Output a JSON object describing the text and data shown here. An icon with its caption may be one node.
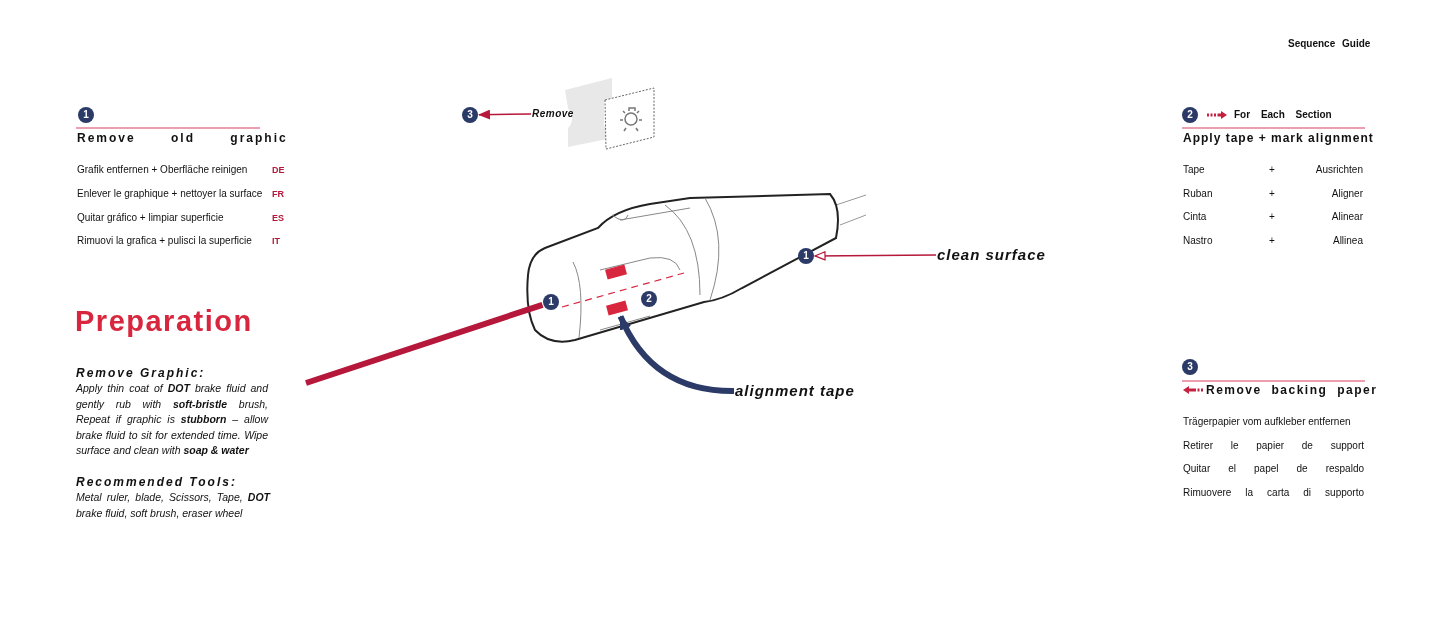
{
  "diagram": {
    "nodes": [
      {
        "text": [
          "1"
        ]
      },
      {
        "text": [
          "3"
        ]
      },
      {
        "text": [
          "Remove"
        ]
      },
      {
        "text": [
          "1"
        ]
      },
      {
        "text": [
          "clean surface"
        ]
      },
      {
        "text": [
          "1"
        ]
      },
      {
        "text": [
          "2"
        ]
      },
      {
        "text": [
          "alignment tape"
        ]
      },
      {
        "text": [],
        "shape": "box"
      },
      {
        "text": [
          "2"
        ]
      },
      {
        "text": [
          "3"
        ]
      }
    ],
    "edges": [
      {
        "from": 2,
        "to": 1,
        "arrow": "to"
      },
      {
        "from": 4,
        "to": 3,
        "arrow": "to"
      },
      {
        "from": null,
        "to": 5,
        "arrow": "none",
        "style": "thick"
      },
      {
        "from": 7,
        "to": 8,
        "arrow": "to",
        "style": "thick",
        "color": "#2b3a67"
      }
    ],
    "labels": [
      "Sequence Guide",
      "Remove old graphic",
      "Grafik entfernen + Oberfläche reinigen",
      "DE",
      "Enlever le graphique + nettoyer la surface",
      "FR",
      "Quitar gráfico + limpiar superficie",
      "ES",
      "Rimuovi la grafica + pulisci la superficie",
      "IT",
      "Preparation",
      "Remove Graphic:",
      "Apply thin coat of **DOT** brake fluid and gently rub with **soft-bristle** brush, Repeat if graphic is **stubborn** – allow brake fluid to sit for extended time. Wipe surface and clean with **soap & water**",
      "Recommended Tools:",
      "Metal ruler, blade, Scissors, Tape, **DOT** brake fluid, soft brush, eraser wheel",
      "For Each Section",
      "Apply tape + mark alignment",
      "Tape",
      "+",
      "Ausrichten",
      "Ruban",
      "+",
      "Aligner",
      "Cinta",
      "+",
      "Alinear",
      "Nastro",
      "+",
      "Allinea",
      "Remove backing paper",
      "Trägerpapier vom aufkleber entfernen",
      "Retirer le papier de support",
      "Quitar el papel de respaldo",
      "Rimuovere la carta di supporto"
    ]
  }
}
